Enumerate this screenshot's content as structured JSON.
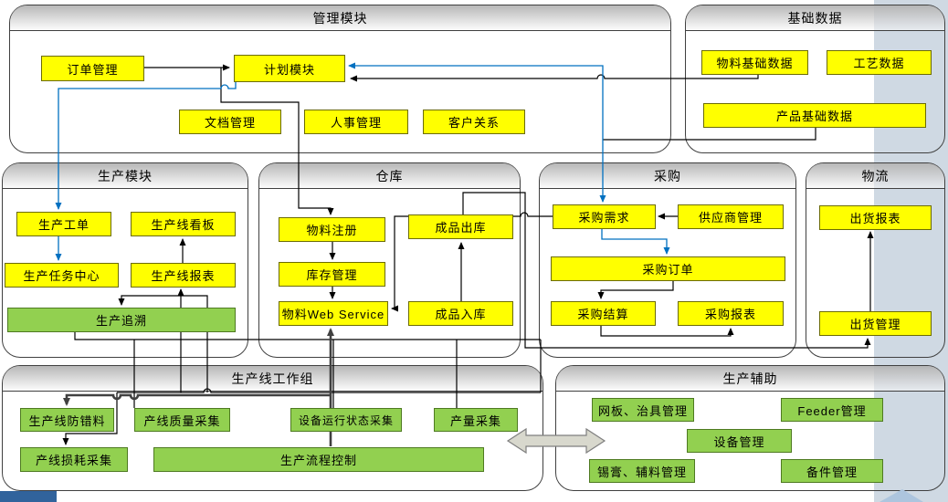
{
  "colors": {
    "node_yellow": "#ffff00",
    "node_green": "#92d050",
    "connector_black": "#000000",
    "connector_blue": "#0070c0",
    "connector_thick_gray": "#404040",
    "background_band": "#cfd9e3",
    "corner_bar_blue": "#31639c",
    "corner_triangle_blue": "#adc5de"
  },
  "groups": [
    {
      "title": "管理模块",
      "boxes": [
        {
          "label": "订单管理"
        },
        {
          "label": "计划模块"
        },
        {
          "label": "文档管理"
        },
        {
          "label": "人事管理"
        },
        {
          "label": "客户关系"
        }
      ]
    },
    {
      "title": "基础数据",
      "boxes": [
        {
          "label": "物料基础数据"
        },
        {
          "label": "工艺数据"
        },
        {
          "label": "产品基础数据"
        }
      ]
    },
    {
      "title": "生产模块",
      "boxes": [
        {
          "label": "生产工单"
        },
        {
          "label": "生产线看板"
        },
        {
          "label": "生产任务中心"
        },
        {
          "label": "生产线报表"
        },
        {
          "label": "生产追溯"
        }
      ]
    },
    {
      "title": "仓库",
      "boxes": [
        {
          "label": "物料注册"
        },
        {
          "label": "成品出库"
        },
        {
          "label": "库存管理"
        },
        {
          "label": "物料Web Service"
        },
        {
          "label": "成品入库"
        }
      ]
    },
    {
      "title": "采购",
      "boxes": [
        {
          "label": "采购需求"
        },
        {
          "label": "供应商管理"
        },
        {
          "label": "采购订单"
        },
        {
          "label": "采购结算"
        },
        {
          "label": "采购报表"
        }
      ]
    },
    {
      "title": "物流",
      "boxes": [
        {
          "label": "出货报表"
        },
        {
          "label": "出货管理"
        }
      ]
    },
    {
      "title": "生产线工作组",
      "boxes": [
        {
          "label": "生产线防错料"
        },
        {
          "label": "产线质量采集"
        },
        {
          "label": "设备运行状态采集"
        },
        {
          "label": "产量采集"
        },
        {
          "label": "产线损耗采集"
        },
        {
          "label": "生产流程控制"
        }
      ]
    },
    {
      "title": "生产辅助",
      "boxes": [
        {
          "label": "网板、治具管理"
        },
        {
          "label": "Feeder管理"
        },
        {
          "label": "设备管理"
        },
        {
          "label": "锡膏、辅料管理"
        },
        {
          "label": "备件管理"
        }
      ]
    }
  ],
  "connections": [
    {
      "from": "订单管理",
      "to": "计划模块",
      "color": "black"
    },
    {
      "from": "计划模块",
      "to": "物料注册",
      "color": "black"
    },
    {
      "from": "物料基础数据",
      "to": "计划模块",
      "color": "black"
    },
    {
      "from": "产品基础数据",
      "to": "采购需求",
      "color": "black"
    },
    {
      "from": "计划模块",
      "to": "采购需求",
      "color": "blue",
      "bidirectional": true
    },
    {
      "from": "计划模块",
      "to": "生产工单",
      "color": "blue"
    },
    {
      "from": "生产工单",
      "to": "生产任务中心",
      "color": "blue"
    },
    {
      "from": "采购需求",
      "to": "采购订单",
      "color": "blue"
    },
    {
      "from": "供应商管理",
      "to": "采购需求",
      "color": "black"
    },
    {
      "from": "采购订单",
      "to": "采购结算",
      "color": "black"
    },
    {
      "from": "采购结算",
      "to": "采购报表",
      "color": "black"
    },
    {
      "from": "采购需求",
      "to": "物料Web Service",
      "color": "black"
    },
    {
      "from": "物料注册",
      "to": "库存管理",
      "color": "black"
    },
    {
      "from": "库存管理",
      "to": "物料Web Service",
      "color": "black"
    },
    {
      "from": "成品入库",
      "to": "成品出库",
      "color": "black"
    },
    {
      "from": "成品出库",
      "to": "出货管理",
      "color": "black"
    },
    {
      "from": "出货管理",
      "to": "出货报表",
      "color": "black"
    },
    {
      "from": "生产线报表",
      "to": "生产线看板",
      "color": "black"
    },
    {
      "from": "生产线工作组",
      "to": "生产线报表",
      "color": "black"
    },
    {
      "from": "生产线工作组",
      "to": "生产追溯",
      "color": "black"
    },
    {
      "from": "生产流程控制",
      "to": "物料Web Service",
      "color": "gray-thick"
    },
    {
      "from": "生产流程控制",
      "to": "生产线防错料",
      "color": "gray-thick"
    },
    {
      "from": "生产线工作组",
      "to": "生产辅助",
      "color": "block-arrow",
      "bidirectional": true
    }
  ]
}
